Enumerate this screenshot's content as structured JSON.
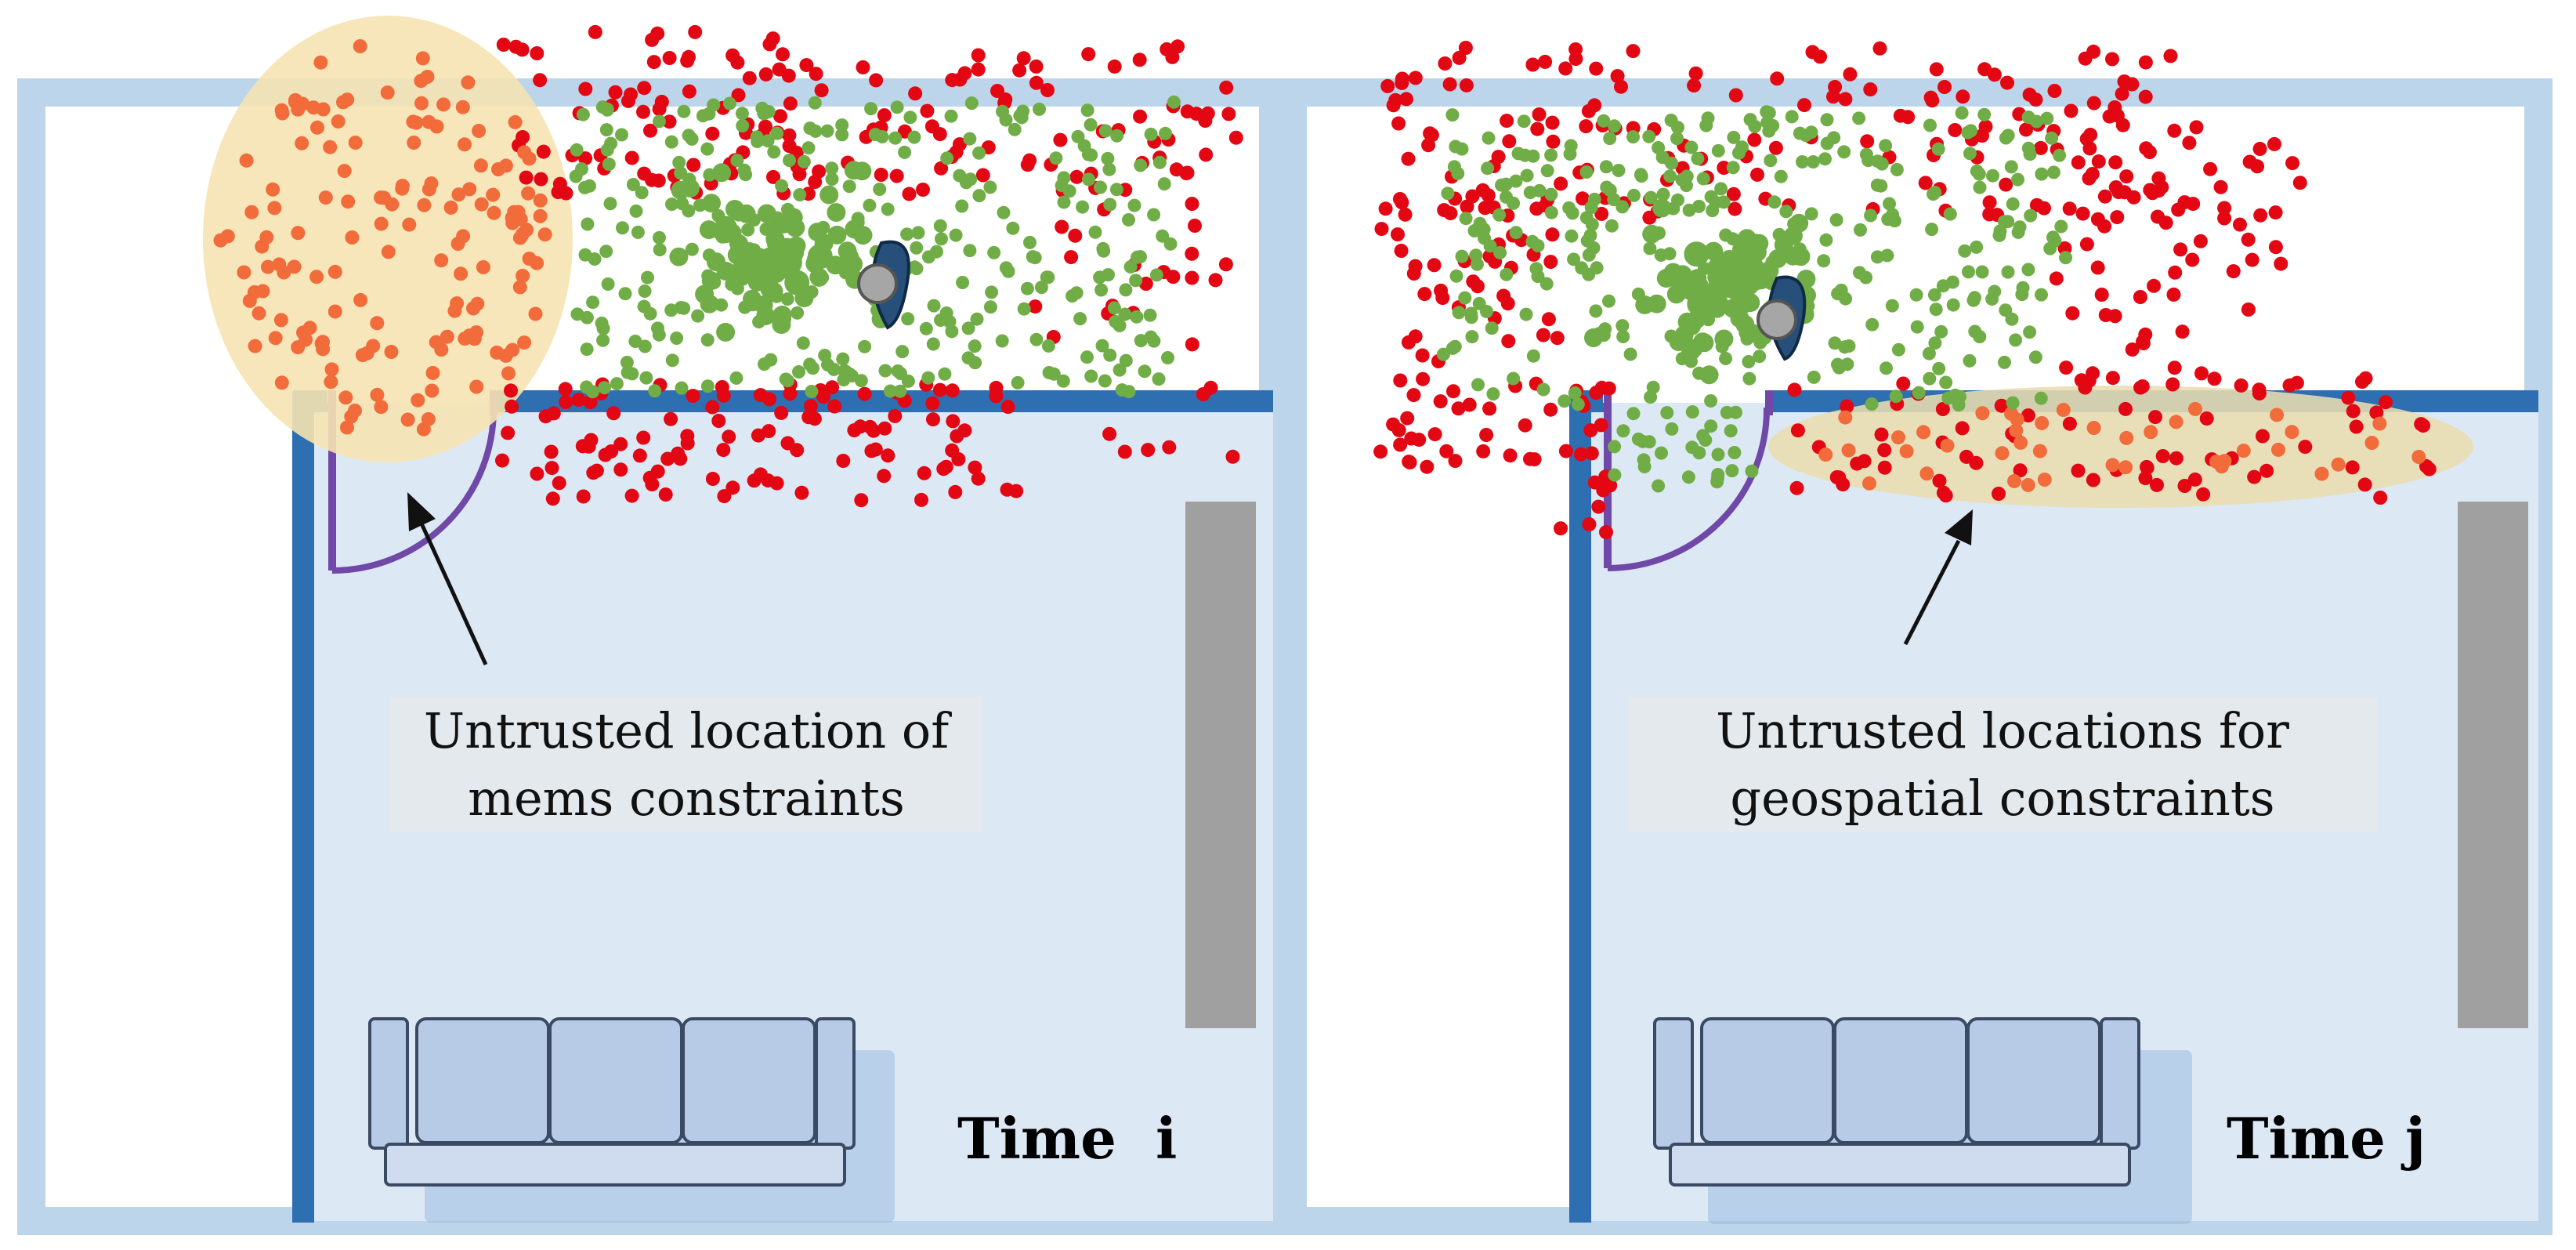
{
  "panels": [
    {
      "caption_lines": [
        "Untrusted location of",
        "mems constraints"
      ],
      "time_label": "Time  i"
    },
    {
      "caption_lines": [
        "Untrusted locations for",
        "geospatial constraints"
      ],
      "time_label": "Time j"
    }
  ],
  "colors": {
    "outer_frame": "#bcd5ea",
    "room_fill": "#dde8f5",
    "wall": "#2e6fb1",
    "door": "#7048a8",
    "highlight": "#f5e3b3",
    "trusted_particle": "#70ad47",
    "untrusted_particle_red": "#e30613",
    "untrusted_particle_orange": "#f26b3a",
    "robot": "#264f7a",
    "robot_head": "#a6a6a6",
    "tv": "#a0a0a0",
    "sofa": "#b8cbe6"
  },
  "icons": [
    "robot-icon",
    "door-icon",
    "sofa-icon",
    "tv-icon"
  ]
}
